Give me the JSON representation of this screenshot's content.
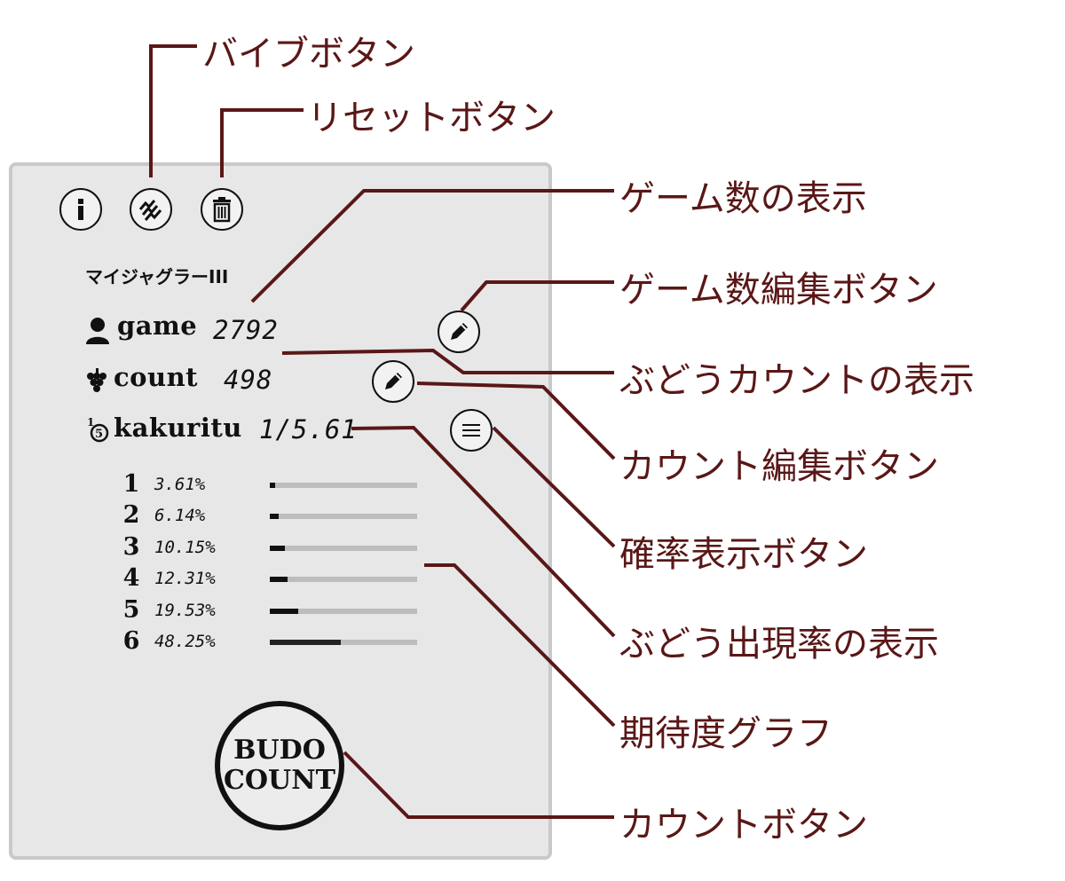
{
  "app": {
    "game_title": "マイジャグラーIII",
    "stats": {
      "game_label": "game",
      "game_value": "2792",
      "count_label": "count",
      "count_value": "498",
      "kakuritu_label": "kakuritu",
      "kakuritu_value": "1/5.61"
    },
    "ranks": [
      {
        "label": "1",
        "percent": "3.61%",
        "fill": 0.0361
      },
      {
        "label": "2",
        "percent": "6.14%",
        "fill": 0.0614
      },
      {
        "label": "3",
        "percent": "10.15%",
        "fill": 0.1015
      },
      {
        "label": "4",
        "percent": "12.31%",
        "fill": 0.1231
      },
      {
        "label": "5",
        "percent": "19.53%",
        "fill": 0.1953
      },
      {
        "label": "6",
        "percent": "48.25%",
        "fill": 0.4825
      }
    ],
    "count_button": {
      "line1": "BUDO",
      "line2": "COUNT"
    },
    "icons": {
      "info": "info-icon",
      "vibe": "vibration-icon",
      "reset": "trash-icon",
      "edit": "pencil-icon",
      "prob": "list-icon",
      "person": "person-icon",
      "grape": "grape-icon",
      "kakuritu": "fraction-icon"
    }
  },
  "annotations": {
    "vibe_button": "バイブボタン",
    "reset_button": "リセットボタン",
    "game_display": "ゲーム数の表示",
    "game_edit_button": "ゲーム数編集ボタン",
    "budo_count_display": "ぶどうカウントの表示",
    "count_edit_button": "カウント編集ボタン",
    "prob_display_button": "確率表示ボタン",
    "budo_rate_display": "ぶどう出現率の表示",
    "expectation_graph": "期待度グラフ",
    "count_button": "カウントボタン"
  },
  "colors": {
    "annotation": "#5a1717",
    "panel": "#e7e7e7",
    "panel_border": "#c9c9c9",
    "ink": "#111111"
  }
}
